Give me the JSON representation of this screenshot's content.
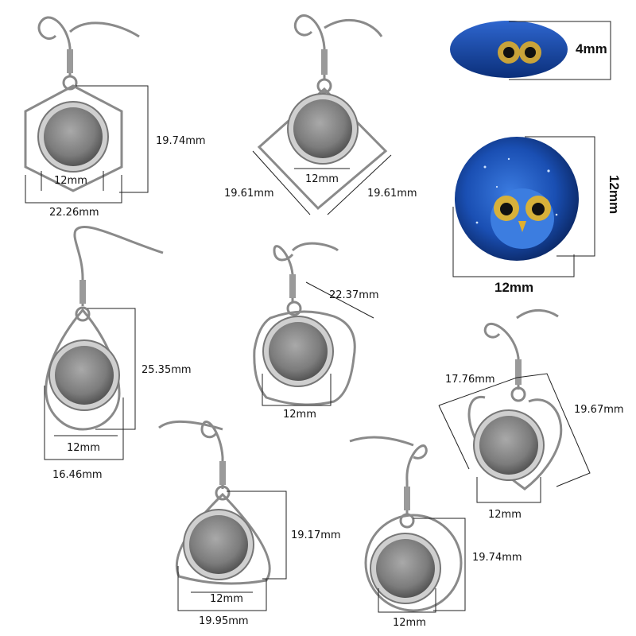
{
  "colors": {
    "metal_light": "#e4e4e4",
    "metal_dark": "#6e6e6e",
    "cabochon_blue": "#1a4fb3",
    "measure_line": "#222222"
  },
  "cabochon": {
    "thickness_label": "4mm",
    "diameter_label_vertical": "12mm",
    "diameter_label_horizontal": "12mm"
  },
  "earrings": [
    {
      "shape": "hexagon",
      "width_label": "22.26mm",
      "height_label": "19.74mm",
      "tray_label": "12mm"
    },
    {
      "shape": "diamond",
      "side_left_label": "19.61mm",
      "side_right_label": "19.61mm",
      "tray_label": "12mm"
    },
    {
      "shape": "teardrop",
      "width_label": "16.46mm",
      "height_label": "25.35mm",
      "tray_label": "12mm"
    },
    {
      "shape": "rounded-square",
      "diag_label": "22.37mm",
      "tray_label": "12mm"
    },
    {
      "shape": "heart",
      "side_left_label": "17.76mm",
      "side_right_label": "19.67mm",
      "tray_label": "12mm"
    },
    {
      "shape": "triangle",
      "width_label": "19.95mm",
      "height_label": "19.17mm",
      "tray_label": "12mm"
    },
    {
      "shape": "circle",
      "height_label": "19.74mm",
      "tray_label": "12mm"
    }
  ]
}
